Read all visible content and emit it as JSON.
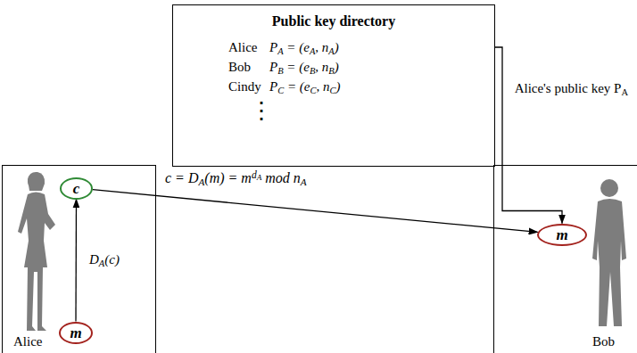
{
  "diagram": {
    "nodes": [
      {
        "text": [
          "Public key directory",
          "Alice",
          "PA = (eA, nA)",
          "Bob",
          "PB = (eB, nB)",
          "Cindy",
          "PC = (eC, nC)",
          "⋮"
        ]
      },
      {
        "text": [
          "Alice"
        ]
      },
      {
        "text": [
          "c"
        ],
        "in": 1
      },
      {
        "text": [
          "m"
        ],
        "in": 1
      },
      {
        "text": [
          "Bob"
        ]
      },
      {
        "text": [
          "m"
        ],
        "in": 4
      }
    ],
    "edges": [
      {
        "from": 3,
        "to": 2,
        "arrow": "to",
        "label": "DA(c)"
      },
      {
        "from": 2,
        "to": 5,
        "arrow": "to",
        "label": "c = DA(m) = mdA mod nA"
      },
      {
        "from": 0,
        "to": 5,
        "arrow": "to",
        "label": "Alice's public key PA"
      }
    ]
  }
}
